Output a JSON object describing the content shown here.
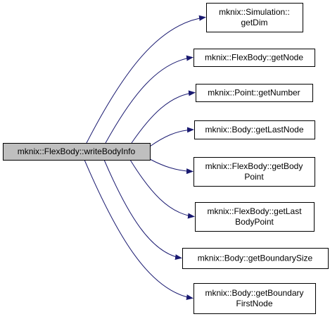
{
  "colors": {
    "edge": "#191970",
    "source_fill": "#bfbfbf",
    "node_fill": "#ffffff",
    "node_border": "#000000",
    "background": "#ffffff"
  },
  "source": {
    "id": "writeBodyInfo",
    "lines": [
      "mknix::FlexBody::writeBodyInfo"
    ]
  },
  "callees": [
    {
      "id": "getDim",
      "lines": [
        "mknix::Simulation::",
        "getDim"
      ]
    },
    {
      "id": "getNode",
      "lines": [
        "mknix::FlexBody::getNode"
      ]
    },
    {
      "id": "getNumber",
      "lines": [
        "mknix::Point::getNumber"
      ]
    },
    {
      "id": "getLastNode",
      "lines": [
        "mknix::Body::getLastNode"
      ]
    },
    {
      "id": "getBodyPoint",
      "lines": [
        "mknix::FlexBody::getBody",
        "Point"
      ]
    },
    {
      "id": "getLastBodyPoint",
      "lines": [
        "mknix::FlexBody::getLast",
        "BodyPoint"
      ]
    },
    {
      "id": "getBoundarySize",
      "lines": [
        "mknix::Body::getBoundarySize"
      ]
    },
    {
      "id": "getBoundaryFirstNode",
      "lines": [
        "mknix::Body::getBoundary",
        "FirstNode"
      ]
    }
  ]
}
